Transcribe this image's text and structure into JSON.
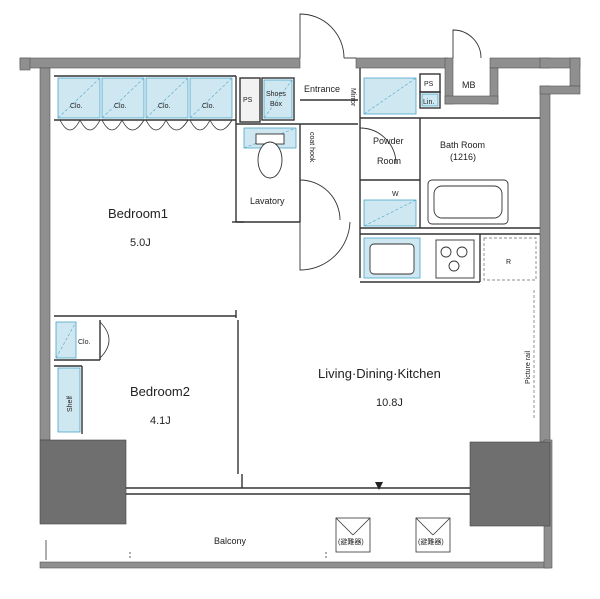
{
  "rooms": {
    "bedroom1": {
      "name": "Bedroom1",
      "area": "5.0J"
    },
    "bedroom2": {
      "name": "Bedroom2",
      "area": "4.1J"
    },
    "ldk": {
      "name": "Living·Dining·Kitchen",
      "area": "10.8J"
    },
    "lavatory": {
      "name": "Lavatory"
    },
    "powder_room": {
      "line1": "Powder",
      "line2": "Room"
    },
    "bath_room": {
      "line1": "Bath Room",
      "line2": "(1216)"
    },
    "entrance": {
      "name": "Entrance"
    },
    "balcony": {
      "name": "Balcony"
    }
  },
  "fixtures": {
    "closet_label": "Clo.",
    "ps": "PS",
    "mb": "MB",
    "shoes_box_1": "Shoes",
    "shoes_box_2": "Box",
    "coat_hook": "coat hook",
    "mirror": "Mirror",
    "linen": "Lin.",
    "washer": "W",
    "refrigerator": "R",
    "shelf": "Shelf",
    "picture_rail": "Picture rail",
    "evac_hatch_1": "(避難器)",
    "evac_hatch_2": "(避難器)"
  },
  "colors": {
    "wall": "#8f8f8f",
    "column": "#6f6f6f",
    "storage_fill": "#cfe7f1",
    "storage_stroke": "#4aa6c9",
    "line": "#333333"
  }
}
